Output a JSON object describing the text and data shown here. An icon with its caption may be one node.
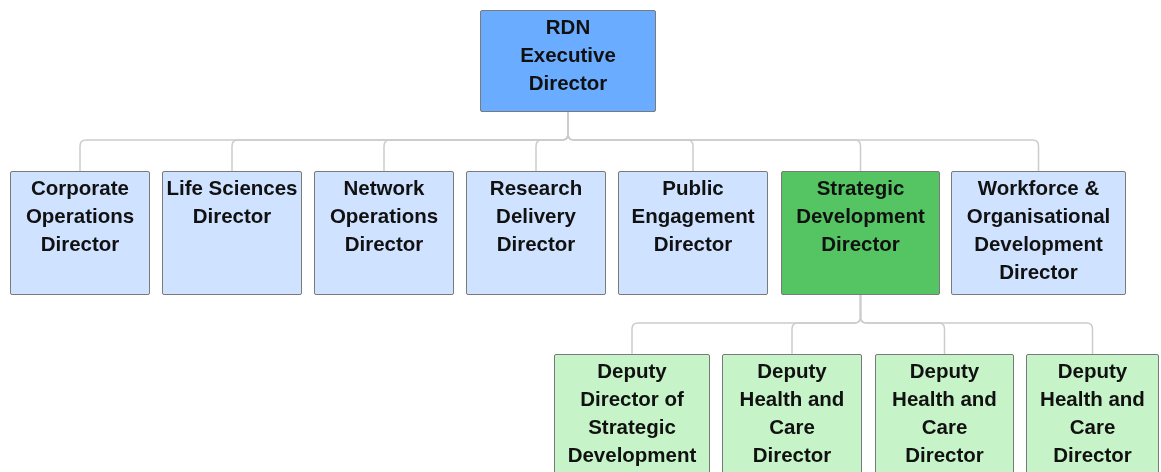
{
  "diagram": {
    "nodes": [
      {
        "text": [
          "RDN Executive Director"
        ]
      },
      {
        "text": [
          "Corporate Operations Director"
        ]
      },
      {
        "text": [
          "Life Sciences Director"
        ]
      },
      {
        "text": [
          "Network Operations Director"
        ]
      },
      {
        "text": [
          "Research Delivery Director"
        ]
      },
      {
        "text": [
          "Public Engagement Director"
        ]
      },
      {
        "text": [
          "Strategic Development Director"
        ]
      },
      {
        "text": [
          "Workforce & Organisational Development Director"
        ]
      },
      {
        "text": [
          "Deputy Director of Strategic Development"
        ]
      },
      {
        "text": [
          "Deputy Health and Care Director"
        ]
      },
      {
        "text": [
          "Deputy Health and Care Director"
        ]
      },
      {
        "text": [
          "Deputy Health and Care Director"
        ]
      }
    ],
    "edges": [
      {
        "from": 0,
        "to": 1,
        "arrow": "none"
      },
      {
        "from": 0,
        "to": 2,
        "arrow": "none"
      },
      {
        "from": 0,
        "to": 3,
        "arrow": "none"
      },
      {
        "from": 0,
        "to": 4,
        "arrow": "none"
      },
      {
        "from": 0,
        "to": 5,
        "arrow": "none"
      },
      {
        "from": 0,
        "to": 6,
        "arrow": "none"
      },
      {
        "from": 0,
        "to": 7,
        "arrow": "none"
      },
      {
        "from": 6,
        "to": 8,
        "arrow": "none"
      },
      {
        "from": 6,
        "to": 9,
        "arrow": "none"
      },
      {
        "from": 6,
        "to": 10,
        "arrow": "none"
      },
      {
        "from": 6,
        "to": 11,
        "arrow": "none"
      }
    ]
  }
}
